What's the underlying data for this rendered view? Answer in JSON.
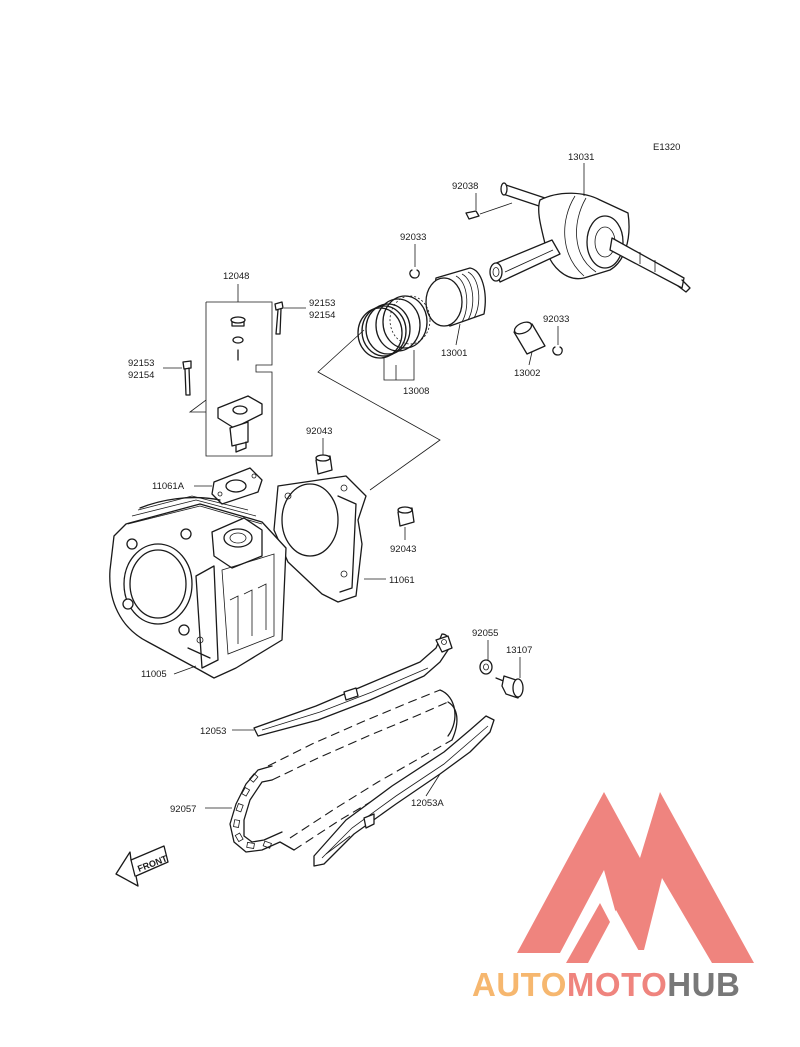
{
  "diagram": {
    "code": "E1320",
    "parts": {
      "p13031": "13031",
      "p92038": "92038",
      "p92033a": "92033",
      "p92033b": "92033",
      "p12048": "12048",
      "p92153a": "92153",
      "p92154a": "92154",
      "p92153b": "92153",
      "p92154b": "92154",
      "p13001": "13001",
      "p13008": "13008",
      "p13002": "13002",
      "p92043a": "92043",
      "p92043b": "92043",
      "p11061A": "11061A",
      "p11061": "11061",
      "p11005": "11005",
      "p92055": "92055",
      "p13107": "13107",
      "p12053": "12053",
      "p92057": "92057",
      "p12053A": "12053A"
    },
    "front_label": "FRONT"
  },
  "watermark": {
    "brand_part1": "AUTO",
    "brand_part2": "MOTO",
    "brand_part3": "HUB",
    "colors": {
      "orange": "#f6b163",
      "red": "#ee7a74",
      "gray": "#6d6d6d"
    }
  }
}
